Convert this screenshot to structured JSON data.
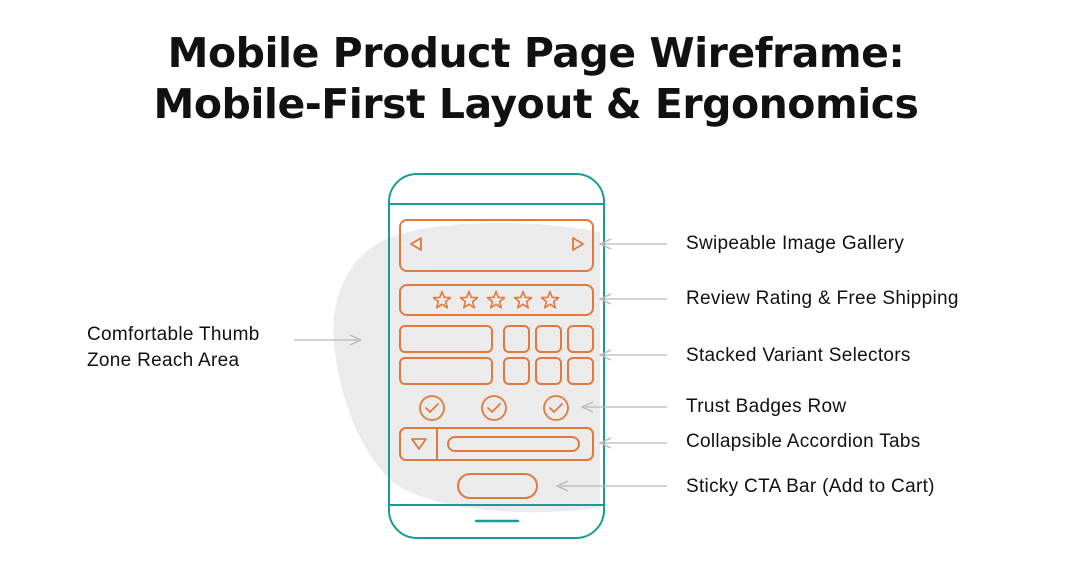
{
  "title": {
    "line1": "Mobile Product Page Wireframe:",
    "line2": "Mobile-First Layout & Ergonomics"
  },
  "thumb_zone": {
    "line1": "Comfortable Thumb",
    "line2": "Zone Reach Area"
  },
  "callouts": {
    "gallery": "Swipeable Image Gallery",
    "rating": "Review Rating & Free Shipping",
    "variants": "Stacked Variant Selectors",
    "trust": "Trust Badges Row",
    "accordion": "Collapsible Accordion Tabs",
    "cta": "Sticky CTA Bar (Add to Cart)"
  },
  "colors": {
    "phone": "#1a9b95",
    "wireframe": "#e07a3c",
    "thumb_zone": "#ebebeb",
    "arrow": "#b8b8b8",
    "text": "#111111"
  },
  "icons": {
    "gallery_prev": "chevron-left-icon",
    "gallery_next": "chevron-right-icon",
    "rating": "star-icon",
    "trust": "check-circle-icon",
    "accordion": "triangle-down-icon"
  },
  "rating_stars": 5,
  "trust_badges": 3
}
